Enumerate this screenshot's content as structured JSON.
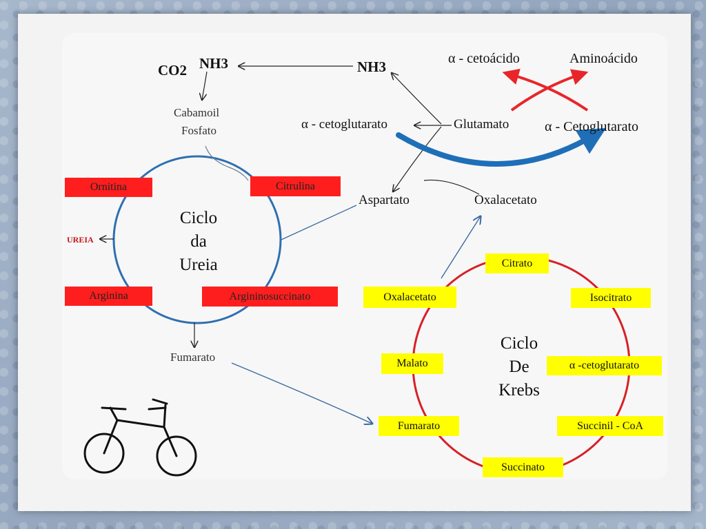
{
  "urea_cycle": {
    "title_lines": [
      "Ciclo",
      "da",
      "Ureia"
    ],
    "inputs": {
      "co2": "CO2",
      "nh3_left": "NH3",
      "nh3_right": "NH3",
      "carbamoyl_line1": "Cabamoil",
      "carbamoyl_line2": "Fosfato"
    },
    "boxes": {
      "ornitina": "Ornitina",
      "citrulina": "Citrulina",
      "arginina": "Arginina",
      "argininosuccinato": "Argininosuccinato"
    },
    "ureia": "UREIA",
    "fumarato": "Fumarato"
  },
  "transamination": {
    "alpha_cetoacido": "α  - cetoácido",
    "aminoacido": "Aminoácido",
    "alpha_cetoglutarato_left": "α - cetoglutarato",
    "glutamato": "Glutamato",
    "alpha_cetoglutarato_right": "α - Cetoglutarato",
    "aspartato": "Aspartato",
    "oxalacetato": "Oxalacetato"
  },
  "krebs_cycle": {
    "title_lines": [
      "Ciclo",
      "De",
      "Krebs"
    ],
    "boxes": {
      "citrato": "Citrato",
      "isocitrato": "Isocitrato",
      "alpha_cetoglutarato": "α -cetoglutarato",
      "succinil_coa": "Succinil - CoA",
      "succinato": "Succinato",
      "fumarato": "Fumarato",
      "malato": "Malato",
      "oxalacetato": "Oxalacetato"
    }
  },
  "colors": {
    "red_box": "#ff1e1e",
    "yellow_box": "#ffff00",
    "urea_circle": "#2f6fb0",
    "krebs_circle": "#d81f26",
    "blue_arrow": "#1f6fb8",
    "red_arrow": "#e8262a"
  },
  "icons": {
    "bicycle": "bicycle-icon"
  }
}
